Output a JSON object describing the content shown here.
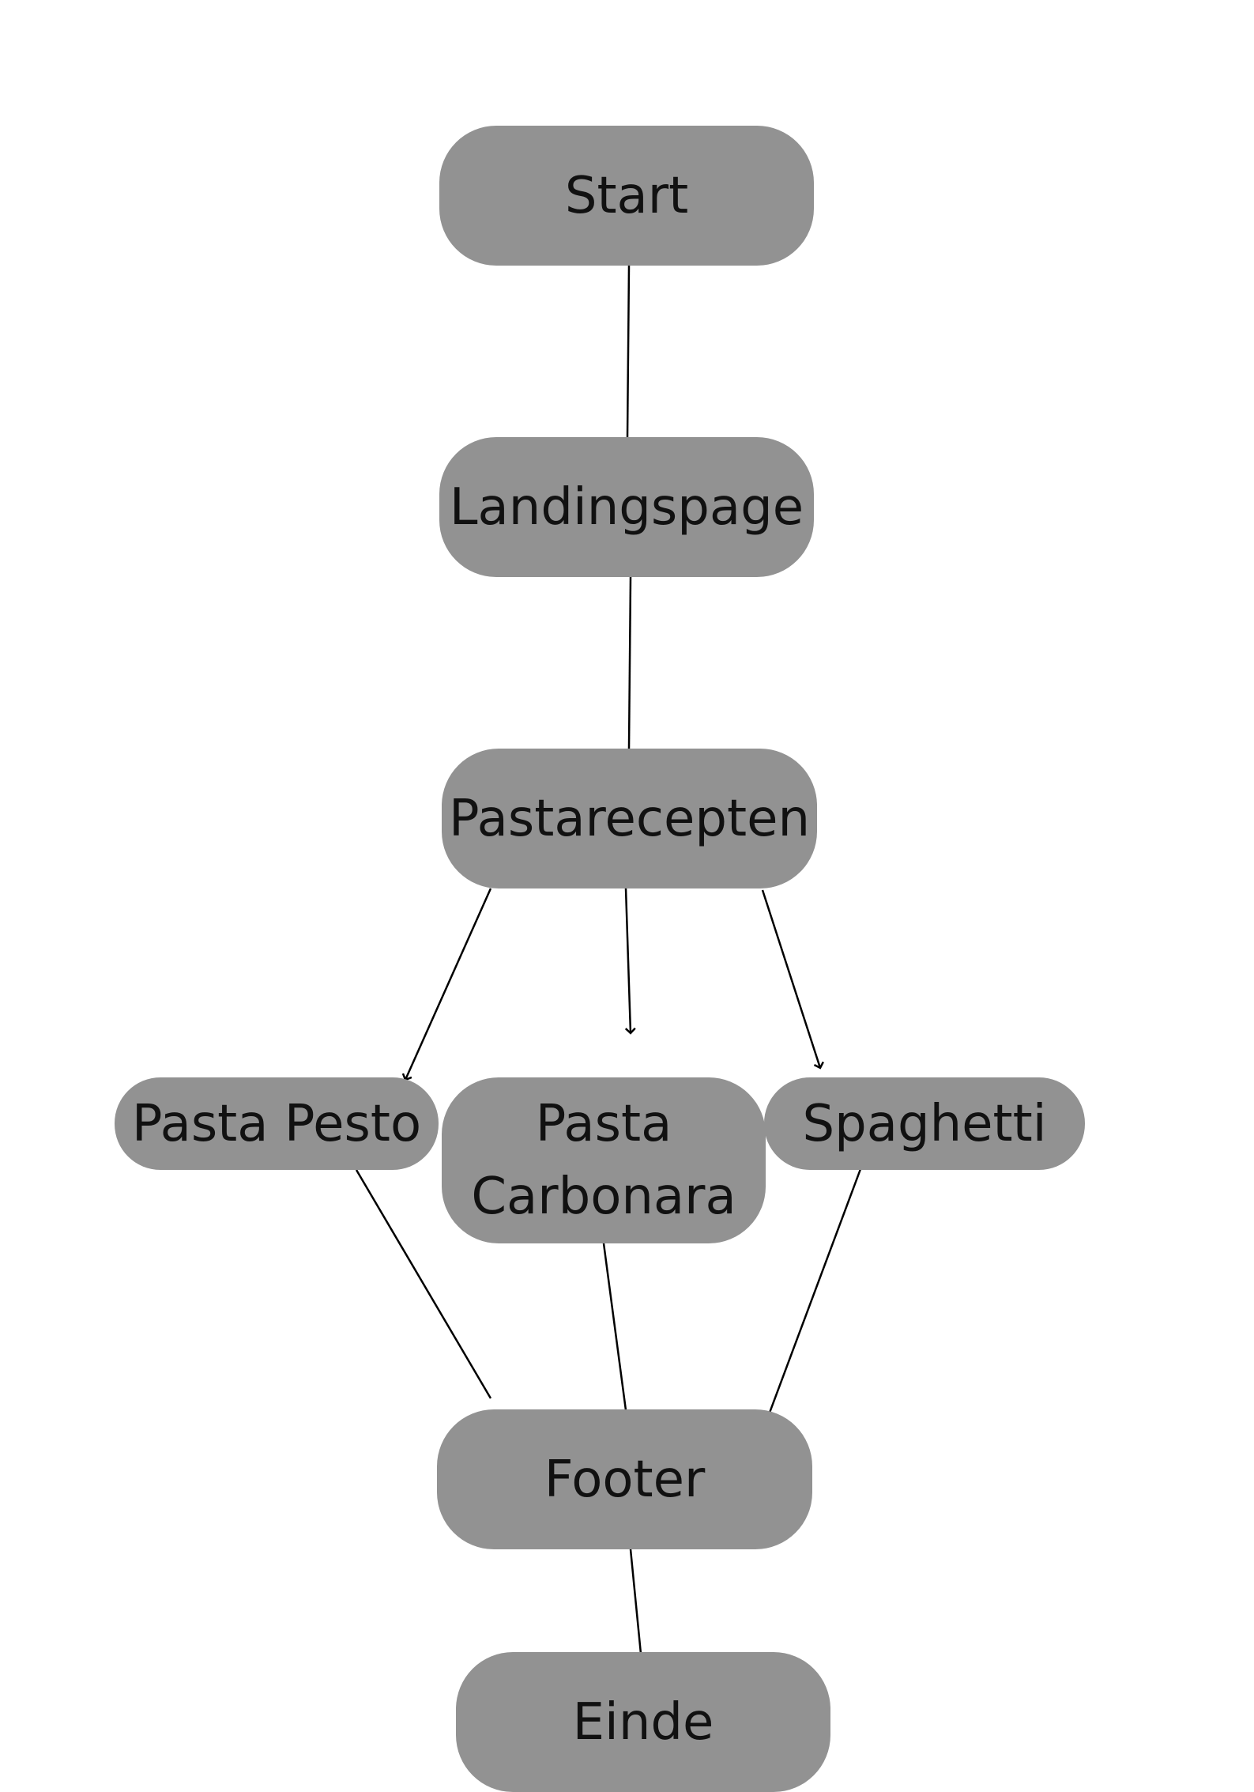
{
  "diagram": {
    "node_fill": "#929292",
    "text_color": "#111111",
    "edge_color": "#000000",
    "nodes": [
      {
        "id": "start",
        "label": "Start"
      },
      {
        "id": "landingspage",
        "label": "Landingspage"
      },
      {
        "id": "pastarecepten",
        "label": "Pastarecepten"
      },
      {
        "id": "pasta-pesto",
        "label": "Pasta Pesto"
      },
      {
        "id": "pasta-carbonara",
        "label": "Pasta Carbonara"
      },
      {
        "id": "spaghetti",
        "label": "Spaghetti"
      },
      {
        "id": "footer",
        "label": "Footer"
      },
      {
        "id": "einde",
        "label": "Einde"
      }
    ],
    "edges": [
      {
        "from": "start",
        "to": "landingspage",
        "arrow": false
      },
      {
        "from": "landingspage",
        "to": "pastarecepten",
        "arrow": false
      },
      {
        "from": "pastarecepten",
        "to": "pasta-pesto",
        "arrow": true
      },
      {
        "from": "pastarecepten",
        "to": "pasta-carbonara",
        "arrow": true
      },
      {
        "from": "pastarecepten",
        "to": "spaghetti",
        "arrow": true
      },
      {
        "from": "pasta-pesto",
        "to": "footer",
        "arrow": false
      },
      {
        "from": "pasta-carbonara",
        "to": "footer",
        "arrow": false
      },
      {
        "from": "spaghetti",
        "to": "footer",
        "arrow": false
      },
      {
        "from": "footer",
        "to": "einde",
        "arrow": false
      }
    ]
  }
}
